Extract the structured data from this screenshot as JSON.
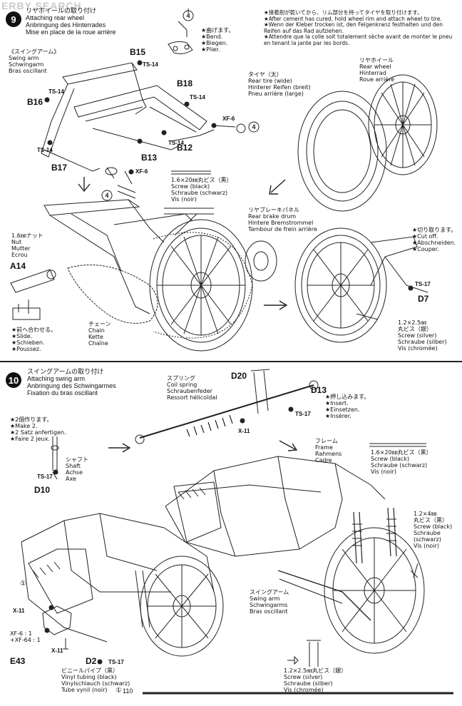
{
  "watermark": "ERBY SEARCH",
  "page_number": "110",
  "step9": {
    "number": "9",
    "title_jp": "リヤホイールの取り付け",
    "title_en": "Attaching rear wheel",
    "title_de": "Anbringung des Hinterrades",
    "title_fr": "Mise en place de la roue arrière",
    "note": "★接着剤が乾いてから、リム部分を持ってタイヤを取り付けます。\n★After cement has cured, hold wheel rim and attach wheel to tire.\n★Wenn der Kleber trocken ist, den Felgenkranz festhalten und den Reifen auf das Rad aufziehen.\n★Attendre que la colle soit totalement sèche avant de monter le pneu en tenant la jante par les bords.",
    "bend_note": "★曲げます。\n★Bend.\n★Biegen.\n★Plier.",
    "swing_arm_label": "《スイングアーム》\nSwing arm\nSchwingarm\nBras oscillant",
    "tire_label": "タイヤ（太）\nRear tire (wide)\nHinterer Reifen (breit)\nPneu arrière (large)",
    "rear_wheel_label": "リヤホイール\nRear wheel\nHinterrad\nRoue arrière",
    "screw_label": "1.6×20㎜丸ビス（黒）\nScrew (black)\nSchraube (schwarz)\nVis (noir)",
    "brake_drum_label": "リヤブレーキパネル\nRear brake drum\nHintere Bremstrommel\nTambour de frein arrière",
    "nut_label": "1.6㎜ナット\nNut\nMutter\nEcrou",
    "slide_note": "★前へ合わせる。\n★Slide.\n★Schieben.\n★Poussez.",
    "chain_label": "チェーン\nChain\nKette\nChaîne",
    "cut_off_note": "★切り取ります。\n★Cut off.\n★Abschneiden.\n★Couper.",
    "screw_silver_label": "1.2×2.5㎜\n丸ビス（銀）\nScrew (silver)\nSchraube (silber)\nVis (chromée)",
    "parts": [
      "B15",
      "B18",
      "B16",
      "B13",
      "B12",
      "B17",
      "A14",
      "D7"
    ],
    "tags": [
      "TS-14",
      "TS-14",
      "TS-14",
      "TS-14",
      "TS-14",
      "XF-6",
      "XF-6",
      "TS-17"
    ],
    "circled_4": "4"
  },
  "step10": {
    "number": "10",
    "title_jp": "スイングアームの取り付け",
    "title_en": "Attaching swing arm",
    "title_de": "Anbringung des Schwingarmes",
    "title_fr": "Fixation du bras oscillant",
    "make2_note": "★2個作ります。\n★Make 2.\n★2 Satz anfertigen.\n★Faire 2 jeux.",
    "spring_label": "スプリング\nCoil spring\nSchraubenfeder\nRessort hélicoïdal",
    "insert_note": "★押し込みます。\n★Insert.\n★Einsetzen.\n★Insérer.",
    "shaft_label": "シャフト\nShaft\nAchse\nAxe",
    "frame_label": "フレーム\nFrame\nRahmens\nCadre",
    "screw_black_label": "1.6×20㎜丸ビス（黒）\nScrew (black)\nSchraube (schwarz)\nVis (noir)",
    "screw_small_label": "1.2×4㎜\n丸ビス（黒）\nScrew (black)\nSchraube\n(schwarz)\nVis (noir)",
    "swing_arm_label": "スイングアーム\nSwing arm\nSchwingarms\nBras oscillant",
    "screw_silver_label": "1.2×2.5㎜丸ビス（銀）\nScrew (silver)\nSchraube (silber)\nVis (chromée)",
    "vinyl_label": "ビニールパイプ（黒）\nVinyl tubing (black)\nVinylschlauch (schwarz)\nTube vynil (noir)",
    "paint_mix": "XF-6 : 1\n+XF-64 : 1",
    "parts": [
      "D20",
      "D13",
      "D10",
      "E43",
      "D2"
    ],
    "tags": [
      "TS-17",
      "X-11",
      "TS-17",
      "X-11",
      "X-11",
      "TS-17"
    ],
    "circled_1": "①"
  }
}
